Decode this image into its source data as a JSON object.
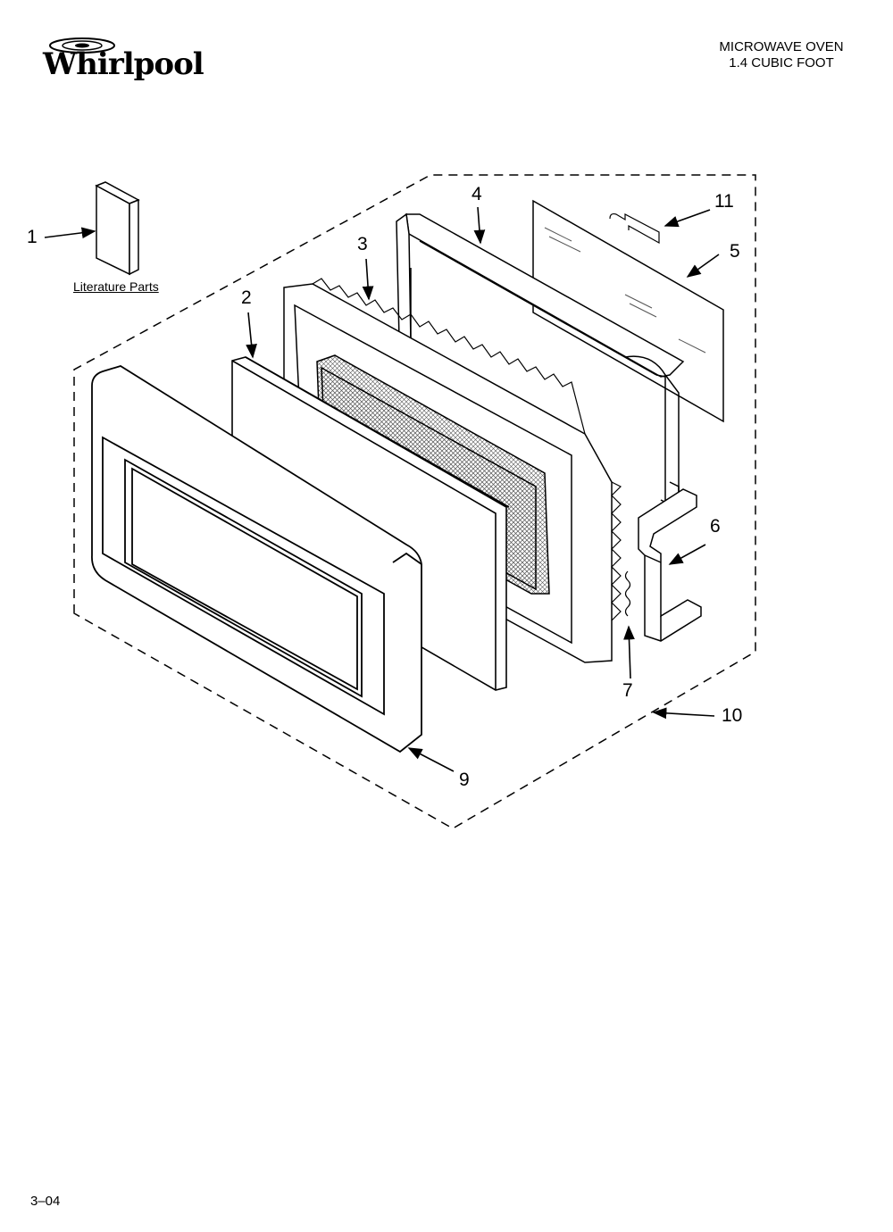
{
  "brand": {
    "name": "Whirlpool"
  },
  "header": {
    "line1": "MICROWAVE OVEN",
    "line2": "1.4 CUBIC FOOT"
  },
  "literature_label": "Literature Parts",
  "callouts": [
    "1",
    "2",
    "3",
    "4",
    "5",
    "6",
    "7",
    "9",
    "10",
    "11"
  ],
  "footer_code": "3–04"
}
